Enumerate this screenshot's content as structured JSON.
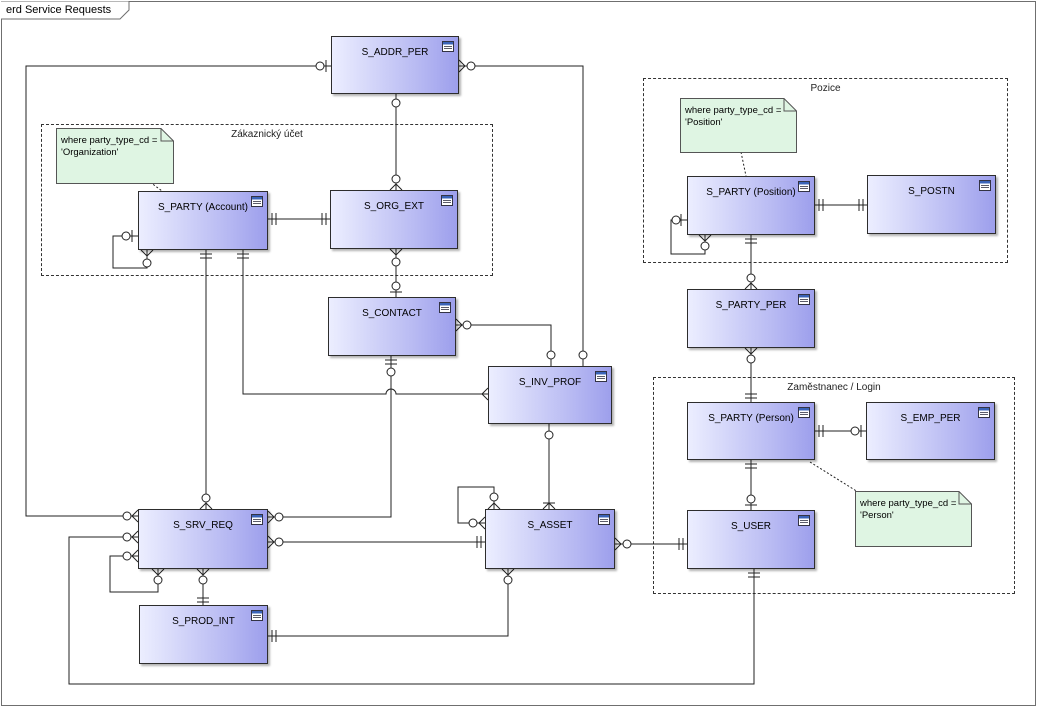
{
  "diagram": {
    "title": "erd Service Requests"
  },
  "packages": {
    "zakaznicky": "Zákaznický účet",
    "pozice": "Pozice",
    "zamestnanec": "Zaměstnanec / Login"
  },
  "entities": {
    "addr_per": "S_ADDR_PER",
    "party_account": "S_PARTY (Account)",
    "org_ext": "S_ORG_EXT",
    "contact": "S_CONTACT",
    "inv_prof": "S_INV_PROF",
    "srv_req": "S_SRV_REQ",
    "prod_int": "S_PROD_INT",
    "asset": "S_ASSET",
    "party_position": "S_PARTY (Position)",
    "postn": "S_POSTN",
    "party_per": "S_PARTY_PER",
    "party_person": "S_PARTY (Person)",
    "emp_per": "S_EMP_PER",
    "user": "S_USER"
  },
  "notes": {
    "organization": "where party_type_cd =\n'Organization'",
    "position": "where party_type_cd =\n'Position'",
    "person": "where party_type_cd =\n'Person'"
  },
  "colors": {
    "entity_left": "#eceeff",
    "entity_right": "#9d9fec",
    "note_fill": "#dff5e3",
    "line": "#222222"
  },
  "icons": {
    "entity": "table-icon"
  }
}
